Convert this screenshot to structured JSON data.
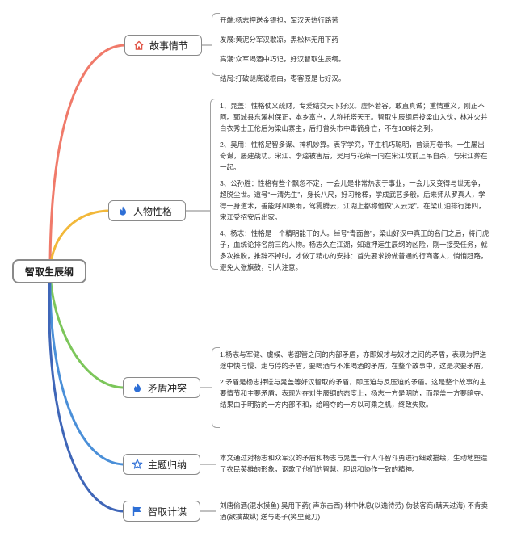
{
  "root": {
    "title": "智取生辰纲"
  },
  "colors": {
    "story": "#f07a6a",
    "characters": "#f2b83a",
    "conflict": "#7cc65a",
    "theme": "#4a8fd8",
    "strategy": "#3f66b8"
  },
  "topics": [
    {
      "label": "故事情节",
      "icon": "house-icon",
      "details": [
        "开端:杨志押送金银担，军汉天热行路苦",
        "发展:黄泥分军汉歇凉，黑松林无用下药",
        "高潮:众军喝酒中巧记，好汉智取生辰纲。",
        "结局:打破谜底说根由，枣客原是七好汉。"
      ]
    },
    {
      "label": "人物性格",
      "icon": "flame-icon",
      "details": [
        "1、晁盖：性格仗义疏财，专爱结交天下好汉。虚怀若谷，敢直真诚；重情重义，刚正不阿。郓城县东溪村保正，本乡富户，人称托塔天王。智取生辰纲后投梁山入伙，林冲火并白衣秀士王伦后为梁山寨主，后打曾头市中毒箭身亡，不在108将之列。",
        "2、吴用：性格足智多谋、神机妙算。表字学究，平生机巧聪明，曾读万卷书。一生屡出奇谋，屡建战功。宋江、李逵被害后，吴用与花荣一同在宋江坟前上吊自杀，与宋江葬在一起。",
        "3、公孙胜：性格有些个飘忽不定，一会儿是非常热衷于事业，一会儿又变得与世无争，超脱尘世。道号“一清先生”，身长八尺，好习枪棒，学成武艺多般。后来师从罗真人，学得一身道术，善能呼风唤雨，驾雾腾云，江湖上都称他做“入云龙”。在梁山泊排行第四，宋江受招安后出家。",
        "4、杨志：性格是一个精明能干的人。绰号“青面兽”，梁山好汉中真正的名门之后，将门虎子，血统论排名前三的人物。杨志久在江湖，知道押运生辰纲的凶险，刚一接受任务，就多次推脱，推辞不掉时，才做了精心的安排：首先要求扮做普通的行商客人，悄悄赶路，避免大张旗鼓，引人注意。"
      ]
    },
    {
      "label": "矛盾冲突",
      "icon": "flame-icon",
      "details": [
        "1.杨志与军健、虞候、老都管之间的内部矛盾，亦即奴才与奴才之间的矛盾，表现为押送途中快与慢、走与停的矛盾，要喝酒与不准喝酒的矛盾。在整个故事中，这是次要矛盾。",
        "2.矛盾是杨志押送与晁盖等好汉智取的矛盾，即压迫与反压迫的矛盾。这是整个故事的主要情节和主要矛盾，表现为在对生辰纲的态度上，杨志一方是明防，而晁盖一方要暗夺。结果由于明防的一方内部不和，给暗夺的一方以可乘之机，终致失败。"
      ]
    },
    {
      "label": "主题归纳",
      "icon": "star-icon",
      "details": [
        "本文通过对杨志和众军汉的矛盾和杨志与晁盖一行人斗智斗勇进行细致描绘，生动地塑造了农民英雄的形象，讴歌了他们的智慧、胆识和协作一致的精神。"
      ]
    },
    {
      "label": "智取计谋",
      "icon": "flag-icon",
      "details": [
        "刘唐偷酒(混水摸鱼) 吴用下药( 声东击西) 林中休息(以逸待劳) 伪装客商(瞒天过海) 不肯卖酒(欲擒故纵) 送与枣子(笑里藏刀)"
      ]
    }
  ]
}
